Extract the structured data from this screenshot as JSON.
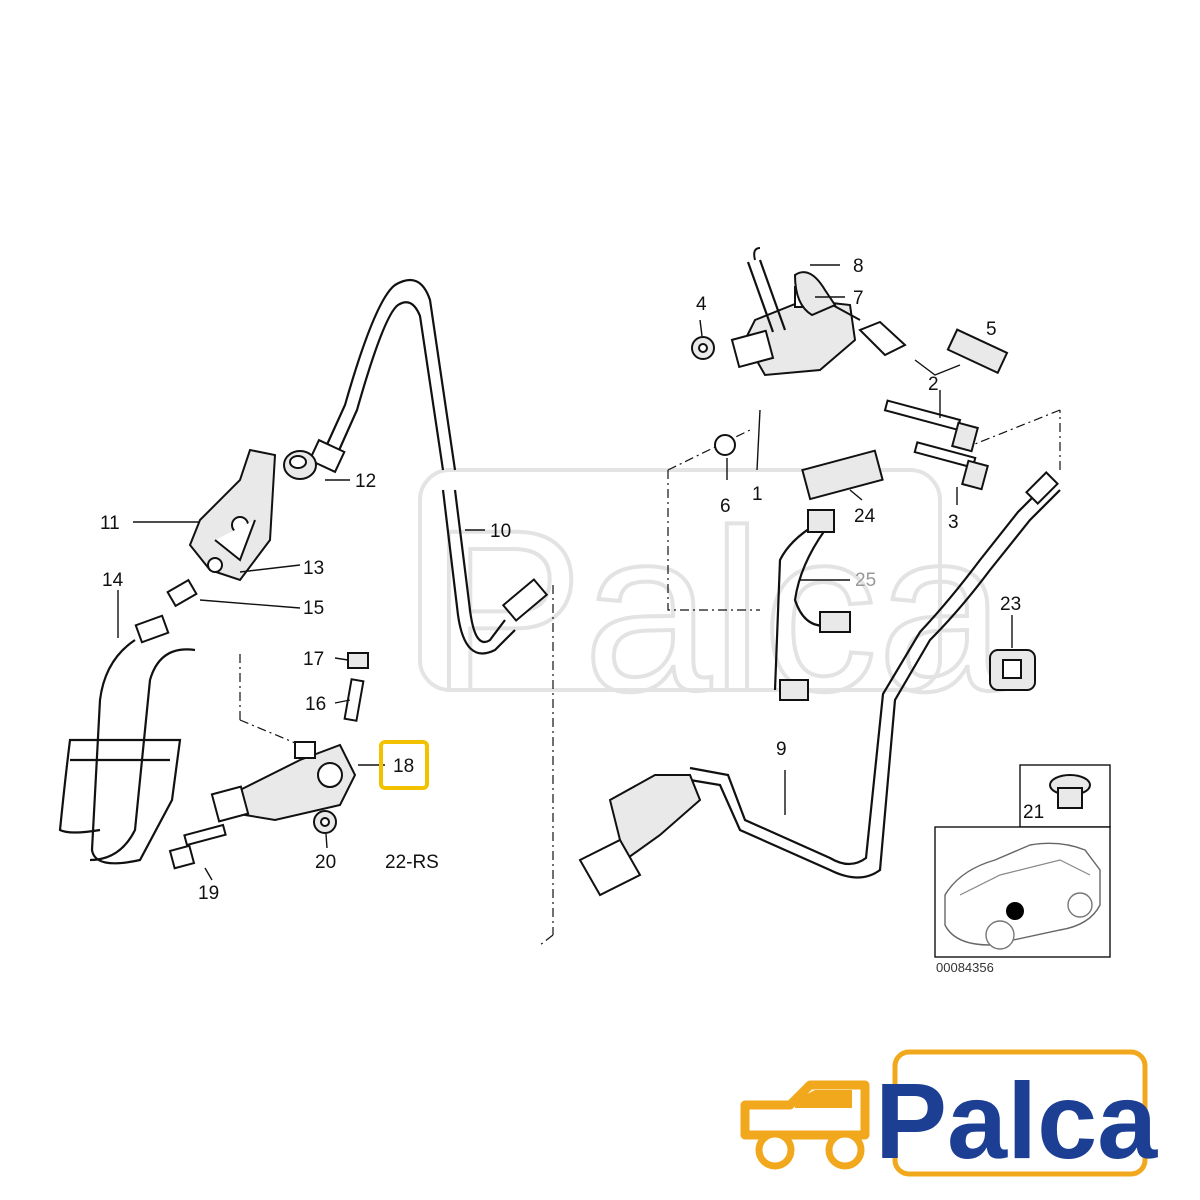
{
  "labels": {
    "l1": "1",
    "l2": "2",
    "l3": "3",
    "l4": "4",
    "l5": "5",
    "l6": "6",
    "l7": "7",
    "l8": "8",
    "l9": "9",
    "l10": "10",
    "l11": "11",
    "l12": "12",
    "l13": "13",
    "l14": "14",
    "l15": "15",
    "l16": "16",
    "l17": "17",
    "l18": "18",
    "l19": "19",
    "l20": "20",
    "l21": "21",
    "l22": "22-RS",
    "l23": "23",
    "l24": "24",
    "l25": "25"
  },
  "diagram_id": "00084356",
  "highlight_color": "#f2c200",
  "brand": {
    "name": "Palca",
    "text_color": "#1c3f94",
    "accent_color": "#f2a81d",
    "icon": "truck-icon"
  },
  "inset": {
    "icon": "car-location-icon"
  }
}
